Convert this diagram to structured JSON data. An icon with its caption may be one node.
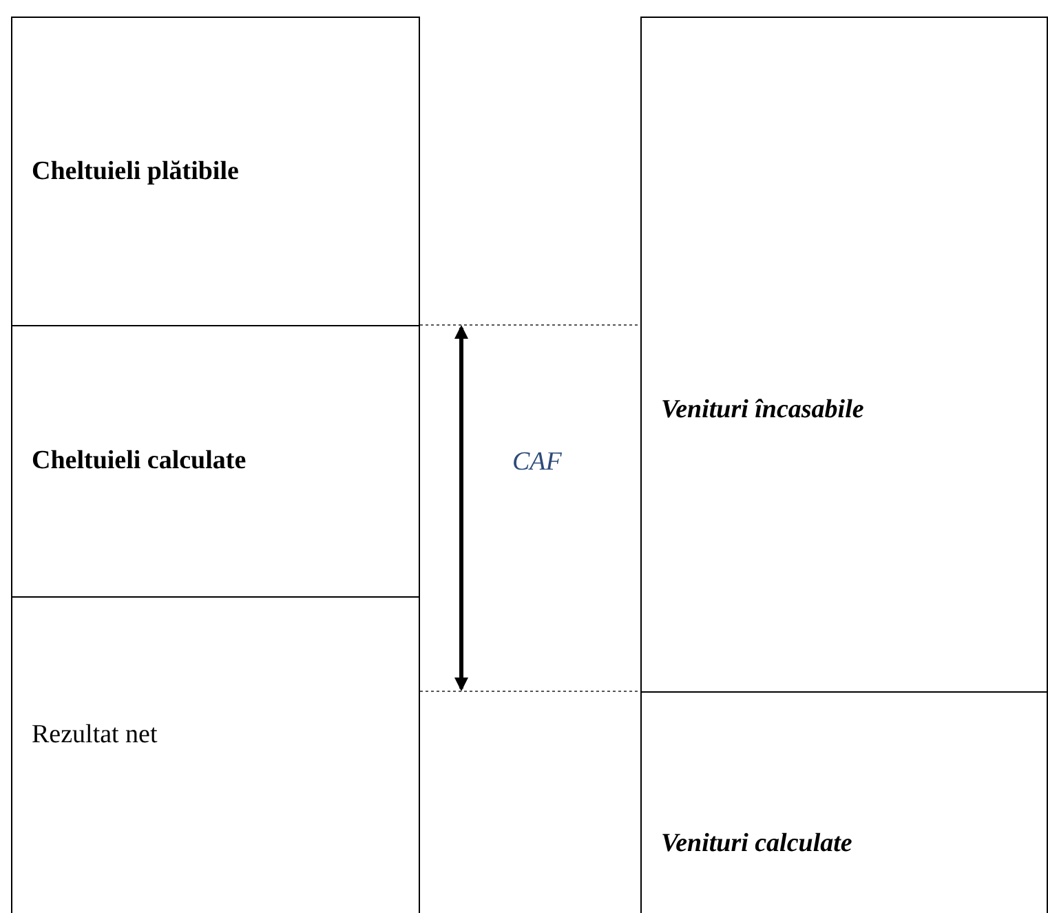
{
  "diagram": {
    "nodes": [
      {
        "text": [
          "Cheltuieli plătibile"
        ]
      },
      {
        "text": [
          "Cheltuieli calculate"
        ]
      },
      {
        "text": [
          "Rezultat net"
        ]
      },
      {
        "text": [
          "Venituri încasabile"
        ]
      },
      {
        "text": [
          "Venituri calculate"
        ]
      }
    ],
    "labels": [
      "CAF"
    ]
  }
}
